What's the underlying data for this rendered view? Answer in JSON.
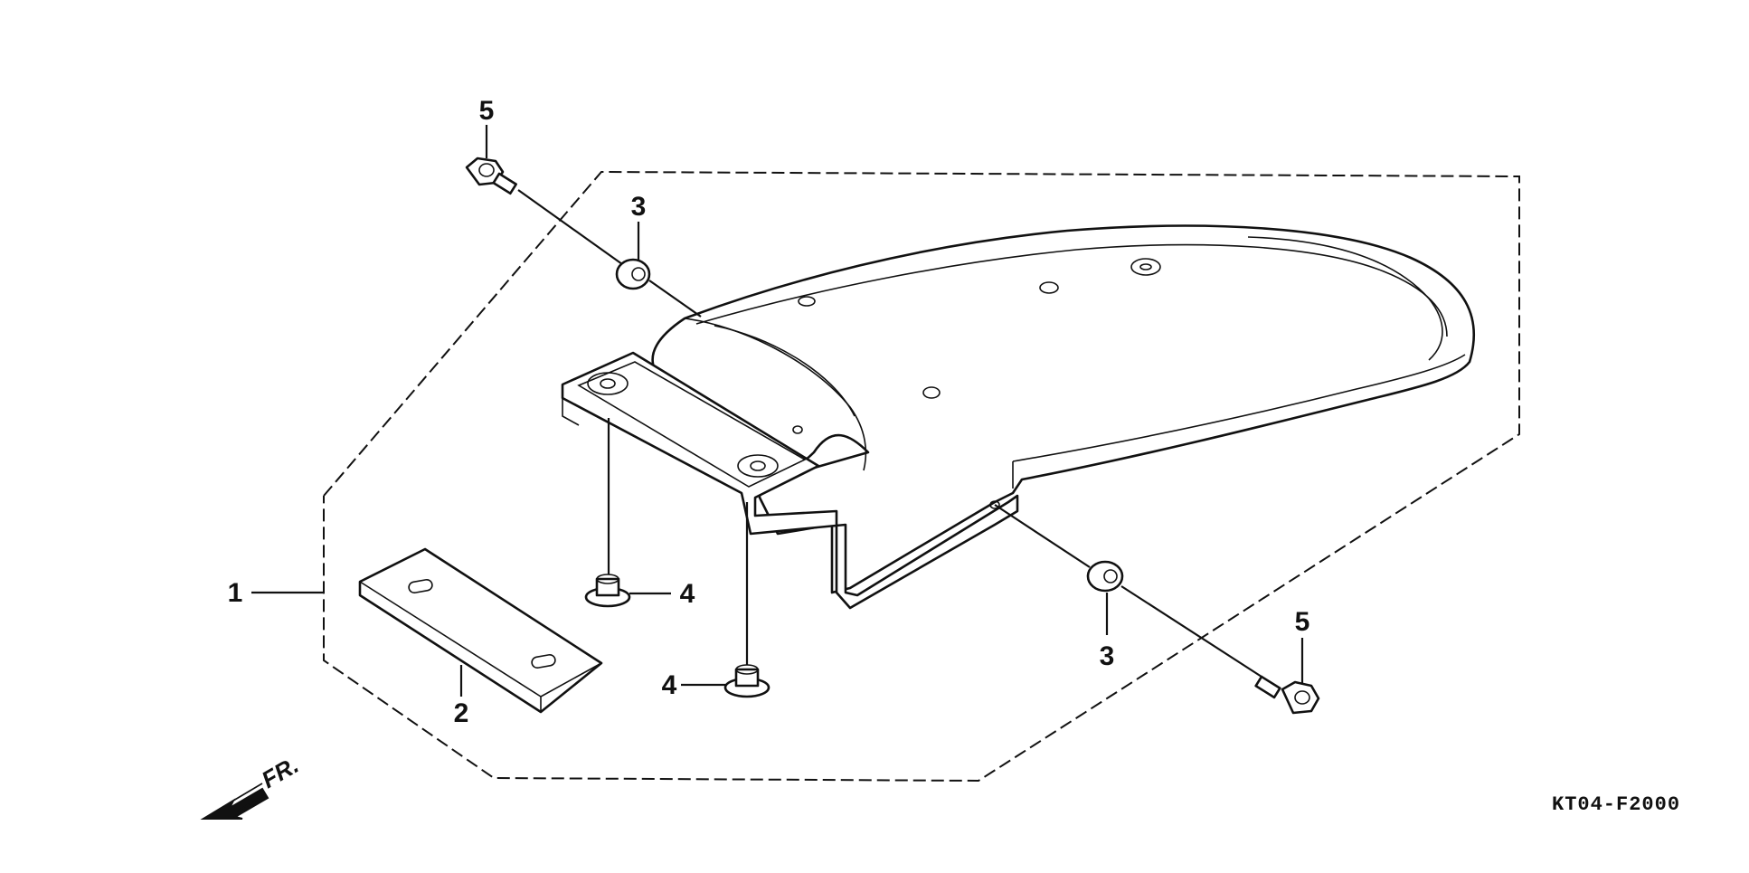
{
  "callouts": {
    "c1": "1",
    "c2": "2",
    "c3_top": "3",
    "c3_bottom": "3",
    "c4_right": "4",
    "c4_left": "4",
    "c5_top": "5",
    "c5_bottom": "5"
  },
  "diagram_code": "KT04-F2000",
  "front_label": "FR."
}
